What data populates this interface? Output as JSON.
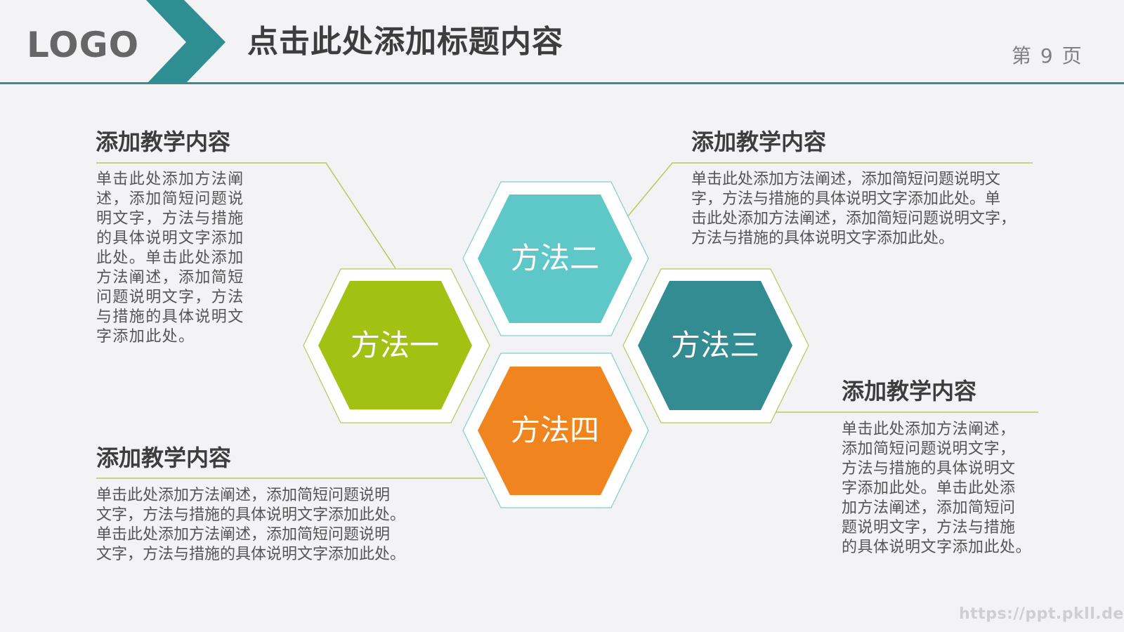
{
  "header": {
    "logo": "LOGO",
    "title": "点击此处添加标题内容",
    "page_number": "第 9 页",
    "accent_color": "#2f8e92"
  },
  "hexagons": [
    {
      "label": "方法一",
      "color": "#a2c113"
    },
    {
      "label": "方法二",
      "color": "#5ec8c8"
    },
    {
      "label": "方法三",
      "color": "#328c91"
    },
    {
      "label": "方法四",
      "color": "#f0851f"
    }
  ],
  "sections": {
    "top_left": {
      "title": "添加教学内容",
      "lines": [
        "单击此处添加方法阐",
        "述，添加简短问题说",
        "明文字，方法与措施",
        "的具体说明文字添加",
        "此处。单击此处添加",
        "方法阐述，添加简短",
        "问题说明文字，方法",
        "与措施的具体说明文",
        "字添加此处。"
      ]
    },
    "top_right": {
      "title": "添加教学内容",
      "lines": [
        "单击此处添加方法阐述，添加简短问题说明文",
        "字，方法与措施的具体说明文字添加此处。单",
        "击此处添加方法阐述，添加简短问题说明文字，",
        "方法与措施的具体说明文字添加此处。"
      ]
    },
    "bottom_left": {
      "title": "添加教学内容",
      "lines": [
        "单击此处添加方法阐述，添加简短问题说明",
        "文字，方法与措施的具体说明文字添加此处。",
        "单击此处添加方法阐述，添加简短问题说明",
        "文字，方法与措施的具体说明文字添加此处。"
      ]
    },
    "bottom_right": {
      "title": "添加教学内容",
      "lines": [
        "单击此处添加方法阐述，",
        "添加简短问题说明文字，",
        "方法与措施的具体说明文",
        "字添加此处。单击此处添",
        "加方法阐述，添加简短问",
        "题说明文字，方法与措施",
        "的具体说明文字添加此处。"
      ]
    }
  },
  "watermark": "https://ppt.pkll.de",
  "line_color": "#b5c95a"
}
